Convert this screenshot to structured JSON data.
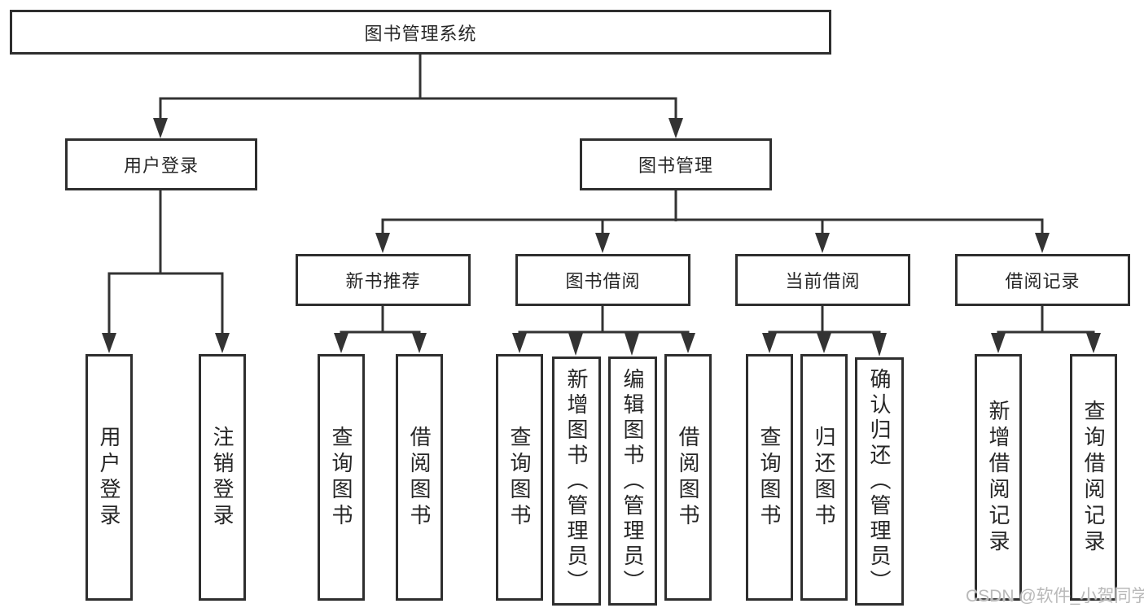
{
  "diagram_type": "hierarchy-tree",
  "colors": {
    "background": "#ffffff",
    "line": "#333333",
    "box_border": "#2e2e2e",
    "text": "#262626",
    "watermark": "#b9b9b9"
  },
  "tree": {
    "root": {
      "label": "图书管理系统",
      "children": [
        {
          "label": "用户登录",
          "children": [
            {
              "label": "用户登录"
            },
            {
              "label": "注销登录"
            }
          ]
        },
        {
          "label": "图书管理",
          "children": [
            {
              "label": "新书推荐",
              "children": [
                {
                  "label": "查询图书"
                },
                {
                  "label": "借阅图书"
                }
              ]
            },
            {
              "label": "图书借阅",
              "children": [
                {
                  "label": "查询图书"
                },
                {
                  "label": "新增图书（管理员）"
                },
                {
                  "label": "编辑图书（管理员）"
                },
                {
                  "label": "借阅图书"
                }
              ]
            },
            {
              "label": "当前借阅",
              "children": [
                {
                  "label": "查询图书"
                },
                {
                  "label": "归还图书"
                },
                {
                  "label": "确认归还（管理员）"
                }
              ]
            },
            {
              "label": "借阅记录",
              "children": [
                {
                  "label": "新增借阅记录"
                },
                {
                  "label": "查询借阅记录"
                }
              ]
            }
          ]
        }
      ]
    }
  },
  "watermark": {
    "text": "CSDN @软件_小贺同学"
  }
}
